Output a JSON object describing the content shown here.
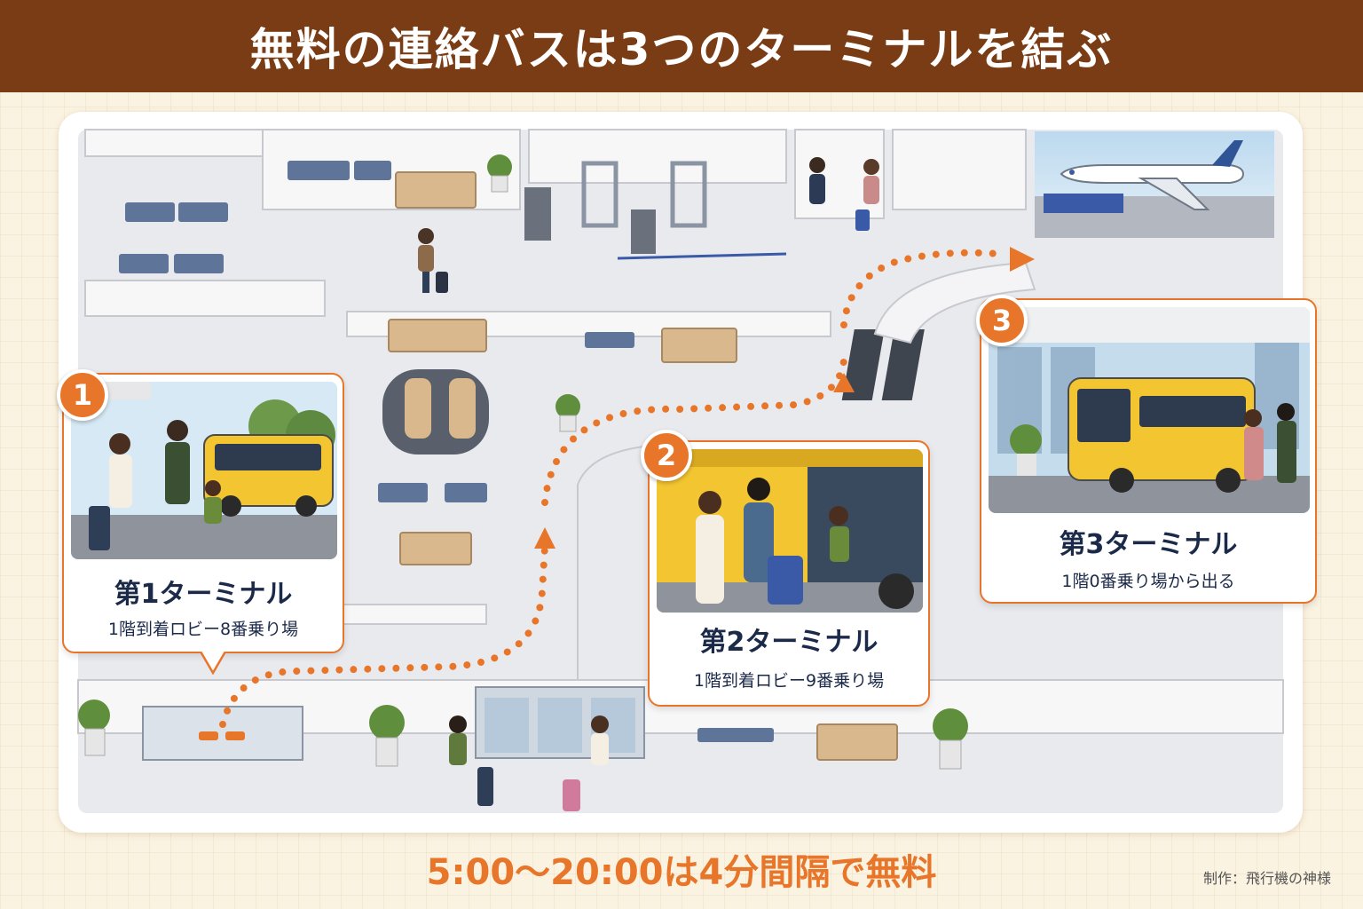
{
  "header": {
    "title": "無料の連絡バスは3つのターミナルを結ぶ"
  },
  "terminals": [
    {
      "number": "1",
      "name": "第1ターミナル",
      "location": "1階到着ロビー8番乗り場"
    },
    {
      "number": "2",
      "name": "第2ターミナル",
      "location": "1階到着ロビー9番乗り場"
    },
    {
      "number": "3",
      "name": "第3ターミナル",
      "location": "1階0番乗り場から出る"
    }
  ],
  "footer": {
    "schedule": "5:00〜20:00は4分間隔で無料",
    "credit": "制作：飛行機の神様"
  },
  "colors": {
    "header_bg": "#7a3c14",
    "accent": "#e8762a",
    "text_dark": "#1c2a4a",
    "bus_yellow": "#f2c531",
    "page_bg": "#fbf3e1"
  },
  "icons": [
    "bus-icon",
    "airplane-icon",
    "escalator-icon",
    "baggage-carousel-icon",
    "plant-icon",
    "seat-icon",
    "security-gate-icon",
    "traveler-icon"
  ]
}
